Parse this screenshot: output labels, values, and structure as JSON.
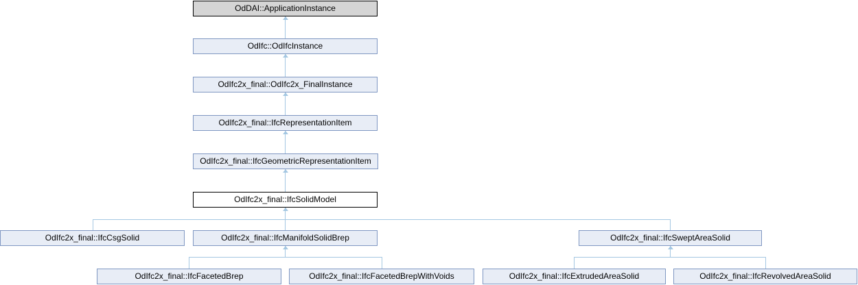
{
  "diagram": {
    "type": "class-inheritance-graph",
    "current_class": "OdIfc2x_final::IfcSolidModel",
    "colors": {
      "root_fill": "#d5d5d5",
      "root_border": "#000000",
      "node_fill": "#e8edf6",
      "node_border": "#7f97c2",
      "current_fill": "#ffffff",
      "current_border": "#000000",
      "edge": "#a4c7e2",
      "text": "#000000"
    },
    "nodes": [
      {
        "label": "OdDAI::ApplicationInstance",
        "parent": null
      },
      {
        "label": "OdIfc::OdIfcInstance",
        "parent": "OdDAI::ApplicationInstance"
      },
      {
        "label": "OdIfc2x_final::OdIfc2x_FinalInstance",
        "parent": "OdIfc::OdIfcInstance"
      },
      {
        "label": "OdIfc2x_final::IfcRepresentationItem",
        "parent": "OdIfc2x_final::OdIfc2x_FinalInstance"
      },
      {
        "label": "OdIfc2x_final::IfcGeometricRepresentationItem",
        "parent": "OdIfc2x_final::IfcRepresentationItem"
      },
      {
        "label": "OdIfc2x_final::IfcSolidModel",
        "parent": "OdIfc2x_final::IfcGeometricRepresentationItem"
      },
      {
        "label": "OdIfc2x_final::IfcCsgSolid",
        "parent": "OdIfc2x_final::IfcSolidModel"
      },
      {
        "label": "OdIfc2x_final::IfcManifoldSolidBrep",
        "parent": "OdIfc2x_final::IfcSolidModel"
      },
      {
        "label": "OdIfc2x_final::IfcSweptAreaSolid",
        "parent": "OdIfc2x_final::IfcSolidModel"
      },
      {
        "label": "OdIfc2x_final::IfcFacetedBrep",
        "parent": "OdIfc2x_final::IfcManifoldSolidBrep"
      },
      {
        "label": "OdIfc2x_final::IfcFacetedBrepWithVoids",
        "parent": "OdIfc2x_final::IfcManifoldSolidBrep"
      },
      {
        "label": "OdIfc2x_final::IfcExtrudedAreaSolid",
        "parent": "OdIfc2x_final::IfcSweptAreaSolid"
      },
      {
        "label": "OdIfc2x_final::IfcRevolvedAreaSolid",
        "parent": "OdIfc2x_final::IfcSweptAreaSolid"
      }
    ]
  }
}
